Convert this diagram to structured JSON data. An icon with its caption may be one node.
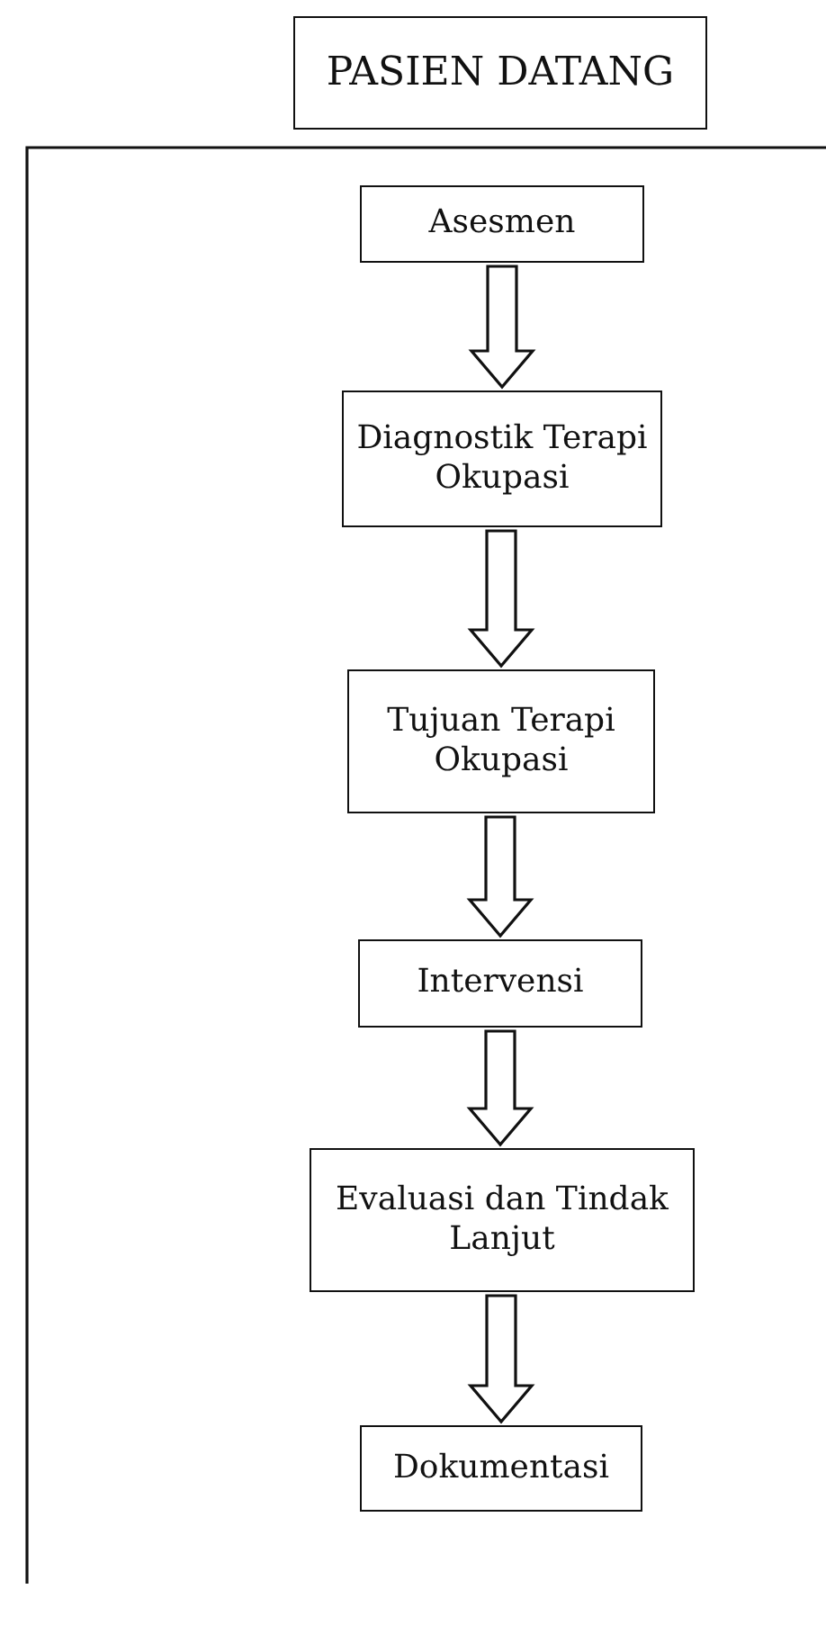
{
  "diagram": {
    "nodes": [
      {
        "text": [
          "PASIEN DATANG"
        ]
      },
      {
        "text": [
          "Asesmen"
        ]
      },
      {
        "text": [
          "Diagnostik Terapi Okupasi"
        ]
      },
      {
        "text": [
          "Tujuan Terapi Okupasi"
        ]
      },
      {
        "text": [
          "Intervensi"
        ]
      },
      {
        "text": [
          "Evaluasi dan Tindak Lanjut"
        ]
      },
      {
        "text": [
          "Dokumentasi"
        ]
      }
    ],
    "edges": [
      {
        "from": 1,
        "to": 2,
        "arrow": "to"
      },
      {
        "from": 2,
        "to": 3,
        "arrow": "to"
      },
      {
        "from": 3,
        "to": 4,
        "arrow": "to"
      },
      {
        "from": 4,
        "to": 5,
        "arrow": "to"
      },
      {
        "from": 5,
        "to": 6,
        "arrow": "to"
      }
    ]
  }
}
